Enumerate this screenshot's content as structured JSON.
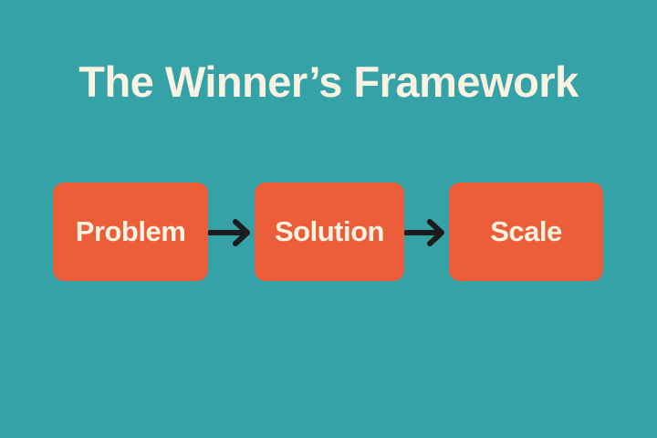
{
  "title": "The Winner’s Framework",
  "steps": [
    {
      "label": "Problem"
    },
    {
      "label": "Solution"
    },
    {
      "label": "Scale"
    }
  ],
  "colors": {
    "background": "#34a2a7",
    "box": "#eb5e39",
    "text": "#fbf3e2",
    "arrow": "#1c1c1c"
  }
}
